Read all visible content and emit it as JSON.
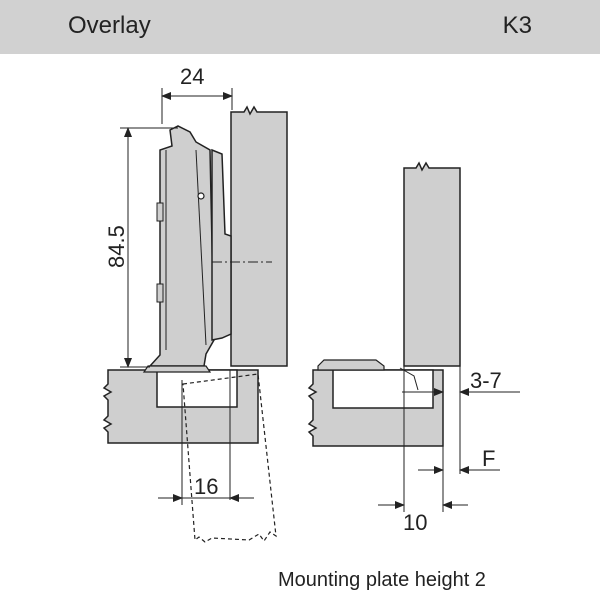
{
  "header": {
    "title": "Overlay",
    "code": "K3"
  },
  "dimensions": {
    "top_width": "24",
    "height": "84.5",
    "bore_distance": "16",
    "gap": "3-7",
    "f_label": "F",
    "plate_offset": "10"
  },
  "caption": "Mounting plate height 2",
  "colors": {
    "header_bg": "#d1d1d1",
    "panel_fill": "#cfcfcf",
    "line": "#222222"
  }
}
